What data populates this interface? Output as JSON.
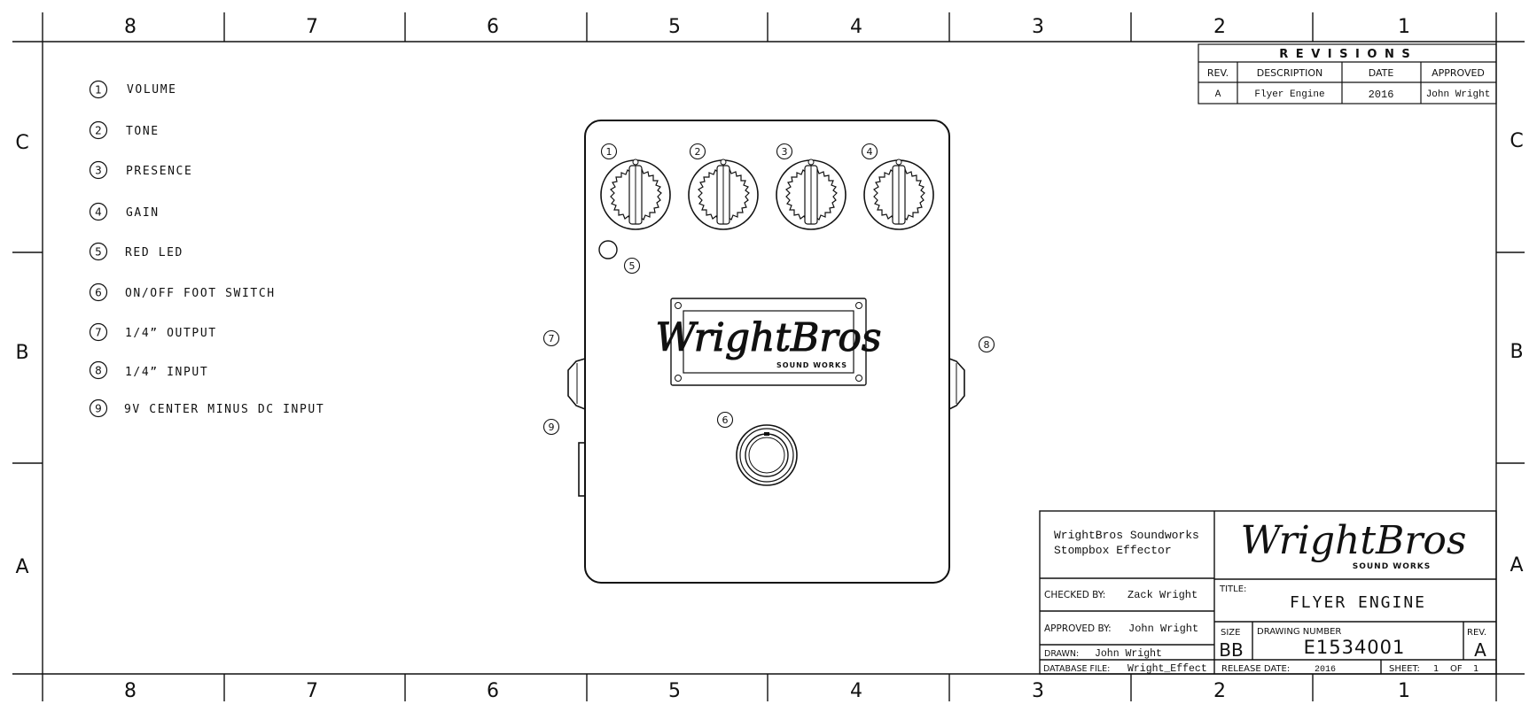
{
  "zone_columns": [
    "8",
    "7",
    "6",
    "5",
    "4",
    "3",
    "2",
    "1"
  ],
  "zone_rows": [
    "C",
    "B",
    "A"
  ],
  "legend": [
    {
      "num": "1",
      "label": "VOLUME"
    },
    {
      "num": "2",
      "label": "TONE"
    },
    {
      "num": "3",
      "label": "PRESENCE"
    },
    {
      "num": "4",
      "label": "GAIN"
    },
    {
      "num": "5",
      "label": "RED LED"
    },
    {
      "num": "6",
      "label": "ON/OFF FOOT SWITCH"
    },
    {
      "num": "7",
      "label": "1/4” OUTPUT"
    },
    {
      "num": "8",
      "label": "1/4” INPUT"
    },
    {
      "num": "9",
      "label": "9V CENTER MINUS DC INPUT"
    }
  ],
  "callouts": [
    "1",
    "2",
    "3",
    "4",
    "5",
    "6",
    "7",
    "8",
    "9"
  ],
  "revisions": {
    "title": "R E V I S I O N S",
    "headers": {
      "rev": "REV.",
      "description": "DESCRIPTION",
      "date": "DATE",
      "approved": "APPROVED"
    },
    "row": {
      "rev": "A",
      "description": "Flyer Engine",
      "date": "2016",
      "approved": "John Wright"
    }
  },
  "logo": {
    "name": "WrightBros",
    "tagline": "SOUND WORKS"
  },
  "title_block": {
    "company_line1": "WrightBros Soundworks",
    "company_line2": "Stompbox Effector",
    "checked_label": "CHECKED BY:",
    "checked_value": "Zack Wright",
    "approved_label": "APPROVED BY:",
    "approved_value": "John Wright",
    "drawn_label": "DRAWN:",
    "drawn_value": "John Wright",
    "database_label": "DATABASE FILE:",
    "database_value": "Wright_Effect",
    "title_label": "TITLE:",
    "title_value": "FLYER ENGINE",
    "size_label": "SIZE",
    "size_value": "BB",
    "drawing_number_label": "DRAWING NUMBER",
    "drawing_number_value": "E1534001",
    "rev_label": "REV.",
    "rev_value": "A",
    "release_label": "RELEASE DATE:",
    "release_value": "2016",
    "sheet_label": "SHEET:",
    "sheet_value": "1",
    "sheet_of": "OF",
    "sheet_total": "1"
  },
  "colors": {
    "ink": "#111111",
    "paper": "#ffffff"
  }
}
